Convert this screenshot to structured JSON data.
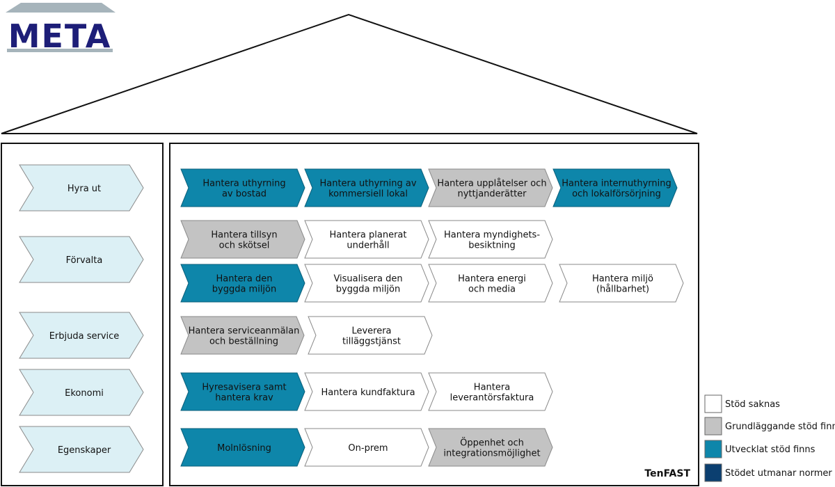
{
  "logo": {
    "text": "META",
    "text_color": "#1d1e78",
    "accent_color": "#a6b4bb"
  },
  "colors": {
    "none": "#ffffff",
    "basic": "#c3c3c3",
    "developed": "#0e86aa",
    "challenges": "#0b3f70",
    "category": "#dcf0f5"
  },
  "categories": [
    {
      "label": "Hyra ut"
    },
    {
      "label": "Förvalta"
    },
    {
      "label": "Erbjuda service"
    },
    {
      "label": "Ekonomi"
    },
    {
      "label": "Egenskaper"
    }
  ],
  "processes": [
    {
      "row": 0,
      "col": 0,
      "status": "developed",
      "lines": [
        "Hantera uthyrning",
        "av bostad"
      ]
    },
    {
      "row": 0,
      "col": 1,
      "status": "developed",
      "lines": [
        "Hantera uthyrning av",
        "kommersiell lokal"
      ]
    },
    {
      "row": 0,
      "col": 2,
      "status": "basic",
      "lines": [
        "Hantera upplåtelser och",
        "nyttjanderätter"
      ]
    },
    {
      "row": 0,
      "col": 3,
      "status": "developed",
      "lines": [
        "Hantera internuthyrning",
        "och lokalförsörjning"
      ]
    },
    {
      "row": 1,
      "col": 0,
      "status": "basic",
      "lines": [
        "Hantera tillsyn",
        "och skötsel"
      ]
    },
    {
      "row": 1,
      "col": 1,
      "status": "none",
      "lines": [
        "Hantera planerat",
        "underhåll"
      ]
    },
    {
      "row": 1,
      "col": 2,
      "status": "none",
      "lines": [
        "Hantera myndighets-",
        "besiktning"
      ]
    },
    {
      "row": 2,
      "col": 0,
      "status": "developed",
      "lines": [
        "Hantera den",
        "byggda miljön"
      ]
    },
    {
      "row": 2,
      "col": 1,
      "status": "none",
      "lines": [
        "Visualisera den",
        "byggda miljön"
      ]
    },
    {
      "row": 2,
      "col": 2,
      "status": "none",
      "lines": [
        "Hantera energi",
        "och media"
      ]
    },
    {
      "row": 2,
      "col": 3,
      "status": "none",
      "lines": [
        "Hantera miljö",
        "(hållbarhet)"
      ]
    },
    {
      "row": 3,
      "col": 0,
      "status": "basic",
      "lines": [
        "Hantera serviceanmälan",
        "och beställning"
      ]
    },
    {
      "row": 3,
      "col": 1,
      "status": "none",
      "lines": [
        "Leverera",
        "tilläggstjänst"
      ]
    },
    {
      "row": 4,
      "col": 0,
      "status": "developed",
      "lines": [
        "Hyresavisera samt",
        "hantera krav"
      ]
    },
    {
      "row": 4,
      "col": 1,
      "status": "none",
      "lines": [
        "Hantera kundfaktura"
      ]
    },
    {
      "row": 4,
      "col": 2,
      "status": "none",
      "lines": [
        "Hantera",
        "leverantörsfaktura"
      ]
    },
    {
      "row": 5,
      "col": 0,
      "status": "developed",
      "lines": [
        "Molnlösning"
      ]
    },
    {
      "row": 5,
      "col": 1,
      "status": "none",
      "lines": [
        "On-prem"
      ]
    },
    {
      "row": 5,
      "col": 2,
      "status": "basic",
      "lines": [
        "Öppenhet och",
        "integrationsmöjlighet"
      ]
    }
  ],
  "brand": "TenFAST",
  "legend": [
    {
      "status": "none",
      "label": "Stöd saknas"
    },
    {
      "status": "basic",
      "label": "Grundläggande stöd finns"
    },
    {
      "status": "developed",
      "label": "Utvecklat stöd finns"
    },
    {
      "status": "challenges",
      "label": "Stödet utmanar normer"
    }
  ]
}
